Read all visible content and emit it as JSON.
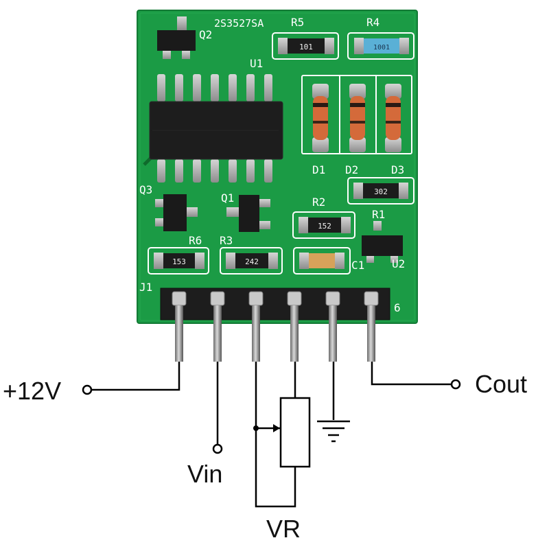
{
  "photo": {
    "background_color": "#ffffff",
    "pcb_color": "#1b9b45",
    "silkscreen_color": "#ffffff",
    "board": {
      "part_number": "2S3527SA",
      "connector_label": "J1",
      "pin_end_label": "6"
    },
    "components": [
      {
        "ref": "Q2",
        "marking": ""
      },
      {
        "ref": "U1",
        "marking": ""
      },
      {
        "ref": "R5",
        "marking": "101"
      },
      {
        "ref": "R4",
        "marking": "1001"
      },
      {
        "ref": "D1",
        "marking": ""
      },
      {
        "ref": "D2",
        "marking": ""
      },
      {
        "ref": "D3",
        "marking": ""
      },
      {
        "ref": "R1",
        "marking": "302"
      },
      {
        "ref": "Q3",
        "marking": ""
      },
      {
        "ref": "Q1",
        "marking": ""
      },
      {
        "ref": "R2",
        "marking": "152"
      },
      {
        "ref": "U2",
        "marking": ""
      },
      {
        "ref": "R6",
        "marking": "153"
      },
      {
        "ref": "R3",
        "marking": "242"
      },
      {
        "ref": "C1",
        "marking": ""
      }
    ],
    "terminals": {
      "supply": "+12V",
      "input": "Vin",
      "output": "Cout",
      "pot": "VR"
    }
  }
}
